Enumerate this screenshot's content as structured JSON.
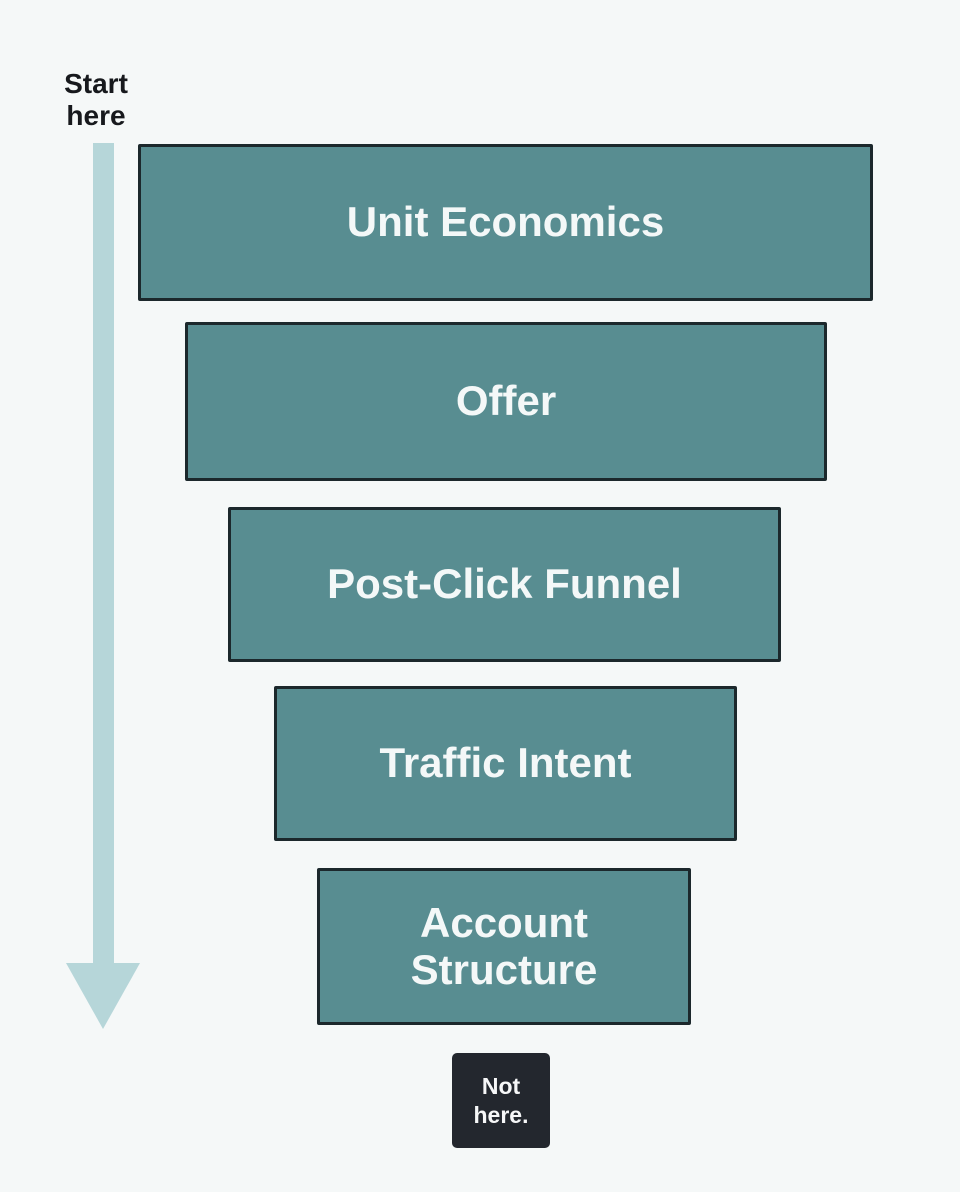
{
  "diagram": {
    "type": "priority-funnel",
    "start_label": "Start here",
    "end_label": "Not here.",
    "funnel": {
      "levels": [
        {
          "rank": 1,
          "label": "Unit Economics"
        },
        {
          "rank": 2,
          "label": "Offer"
        },
        {
          "rank": 3,
          "label": "Post-Click Funnel"
        },
        {
          "rank": 4,
          "label": "Traffic Intent"
        },
        {
          "rank": 5,
          "label": "Account Structure"
        }
      ]
    },
    "colors": {
      "background": "#f5f8f8",
      "box_fill": "#588d91",
      "box_border": "#1c282c",
      "box_text": "#f4f8f8",
      "arrow": "#b6d6d9",
      "end_box_fill": "#23272e",
      "start_text": "#17191d"
    }
  }
}
